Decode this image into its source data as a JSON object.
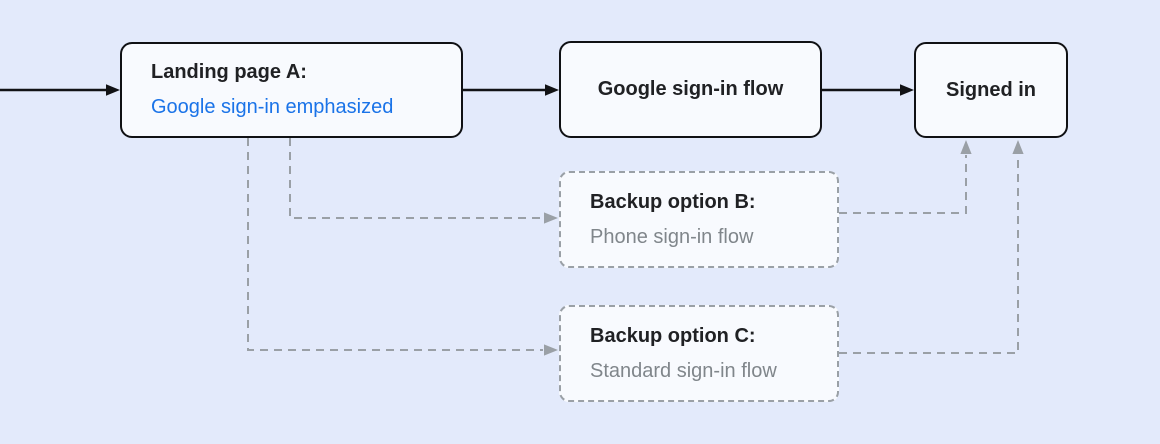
{
  "nodes": {
    "landing": {
      "title": "Landing page A:",
      "subtitle": "Google sign-in emphasized"
    },
    "google_flow": {
      "label": "Google sign-in flow"
    },
    "signed_in": {
      "label": "Signed in"
    },
    "backup_b": {
      "title": "Backup option B:",
      "subtitle": "Phone sign-in flow"
    },
    "backup_c": {
      "title": "Backup option C:",
      "subtitle": "Standard sign-in flow"
    }
  },
  "connectors": [
    {
      "from": "page-entry",
      "to": "landing",
      "style": "solid-arrow"
    },
    {
      "from": "landing",
      "to": "google_flow",
      "style": "solid-arrow"
    },
    {
      "from": "google_flow",
      "to": "signed_in",
      "style": "solid-arrow"
    },
    {
      "from": "landing",
      "to": "backup_b",
      "style": "dashed-arrow"
    },
    {
      "from": "landing",
      "to": "backup_c",
      "style": "dashed-arrow"
    },
    {
      "from": "backup_b",
      "to": "signed_in",
      "style": "dashed-arrow"
    },
    {
      "from": "backup_c",
      "to": "signed_in",
      "style": "dashed-arrow"
    }
  ],
  "colors": {
    "background": "#e3eafb",
    "node_fill": "#f8fafe",
    "node_border": "#101114",
    "title_text": "#202124",
    "accent_blue": "#1a73e8",
    "muted_gray_text": "#80868b",
    "dashed_connector_gray": "#9aa0a6"
  }
}
